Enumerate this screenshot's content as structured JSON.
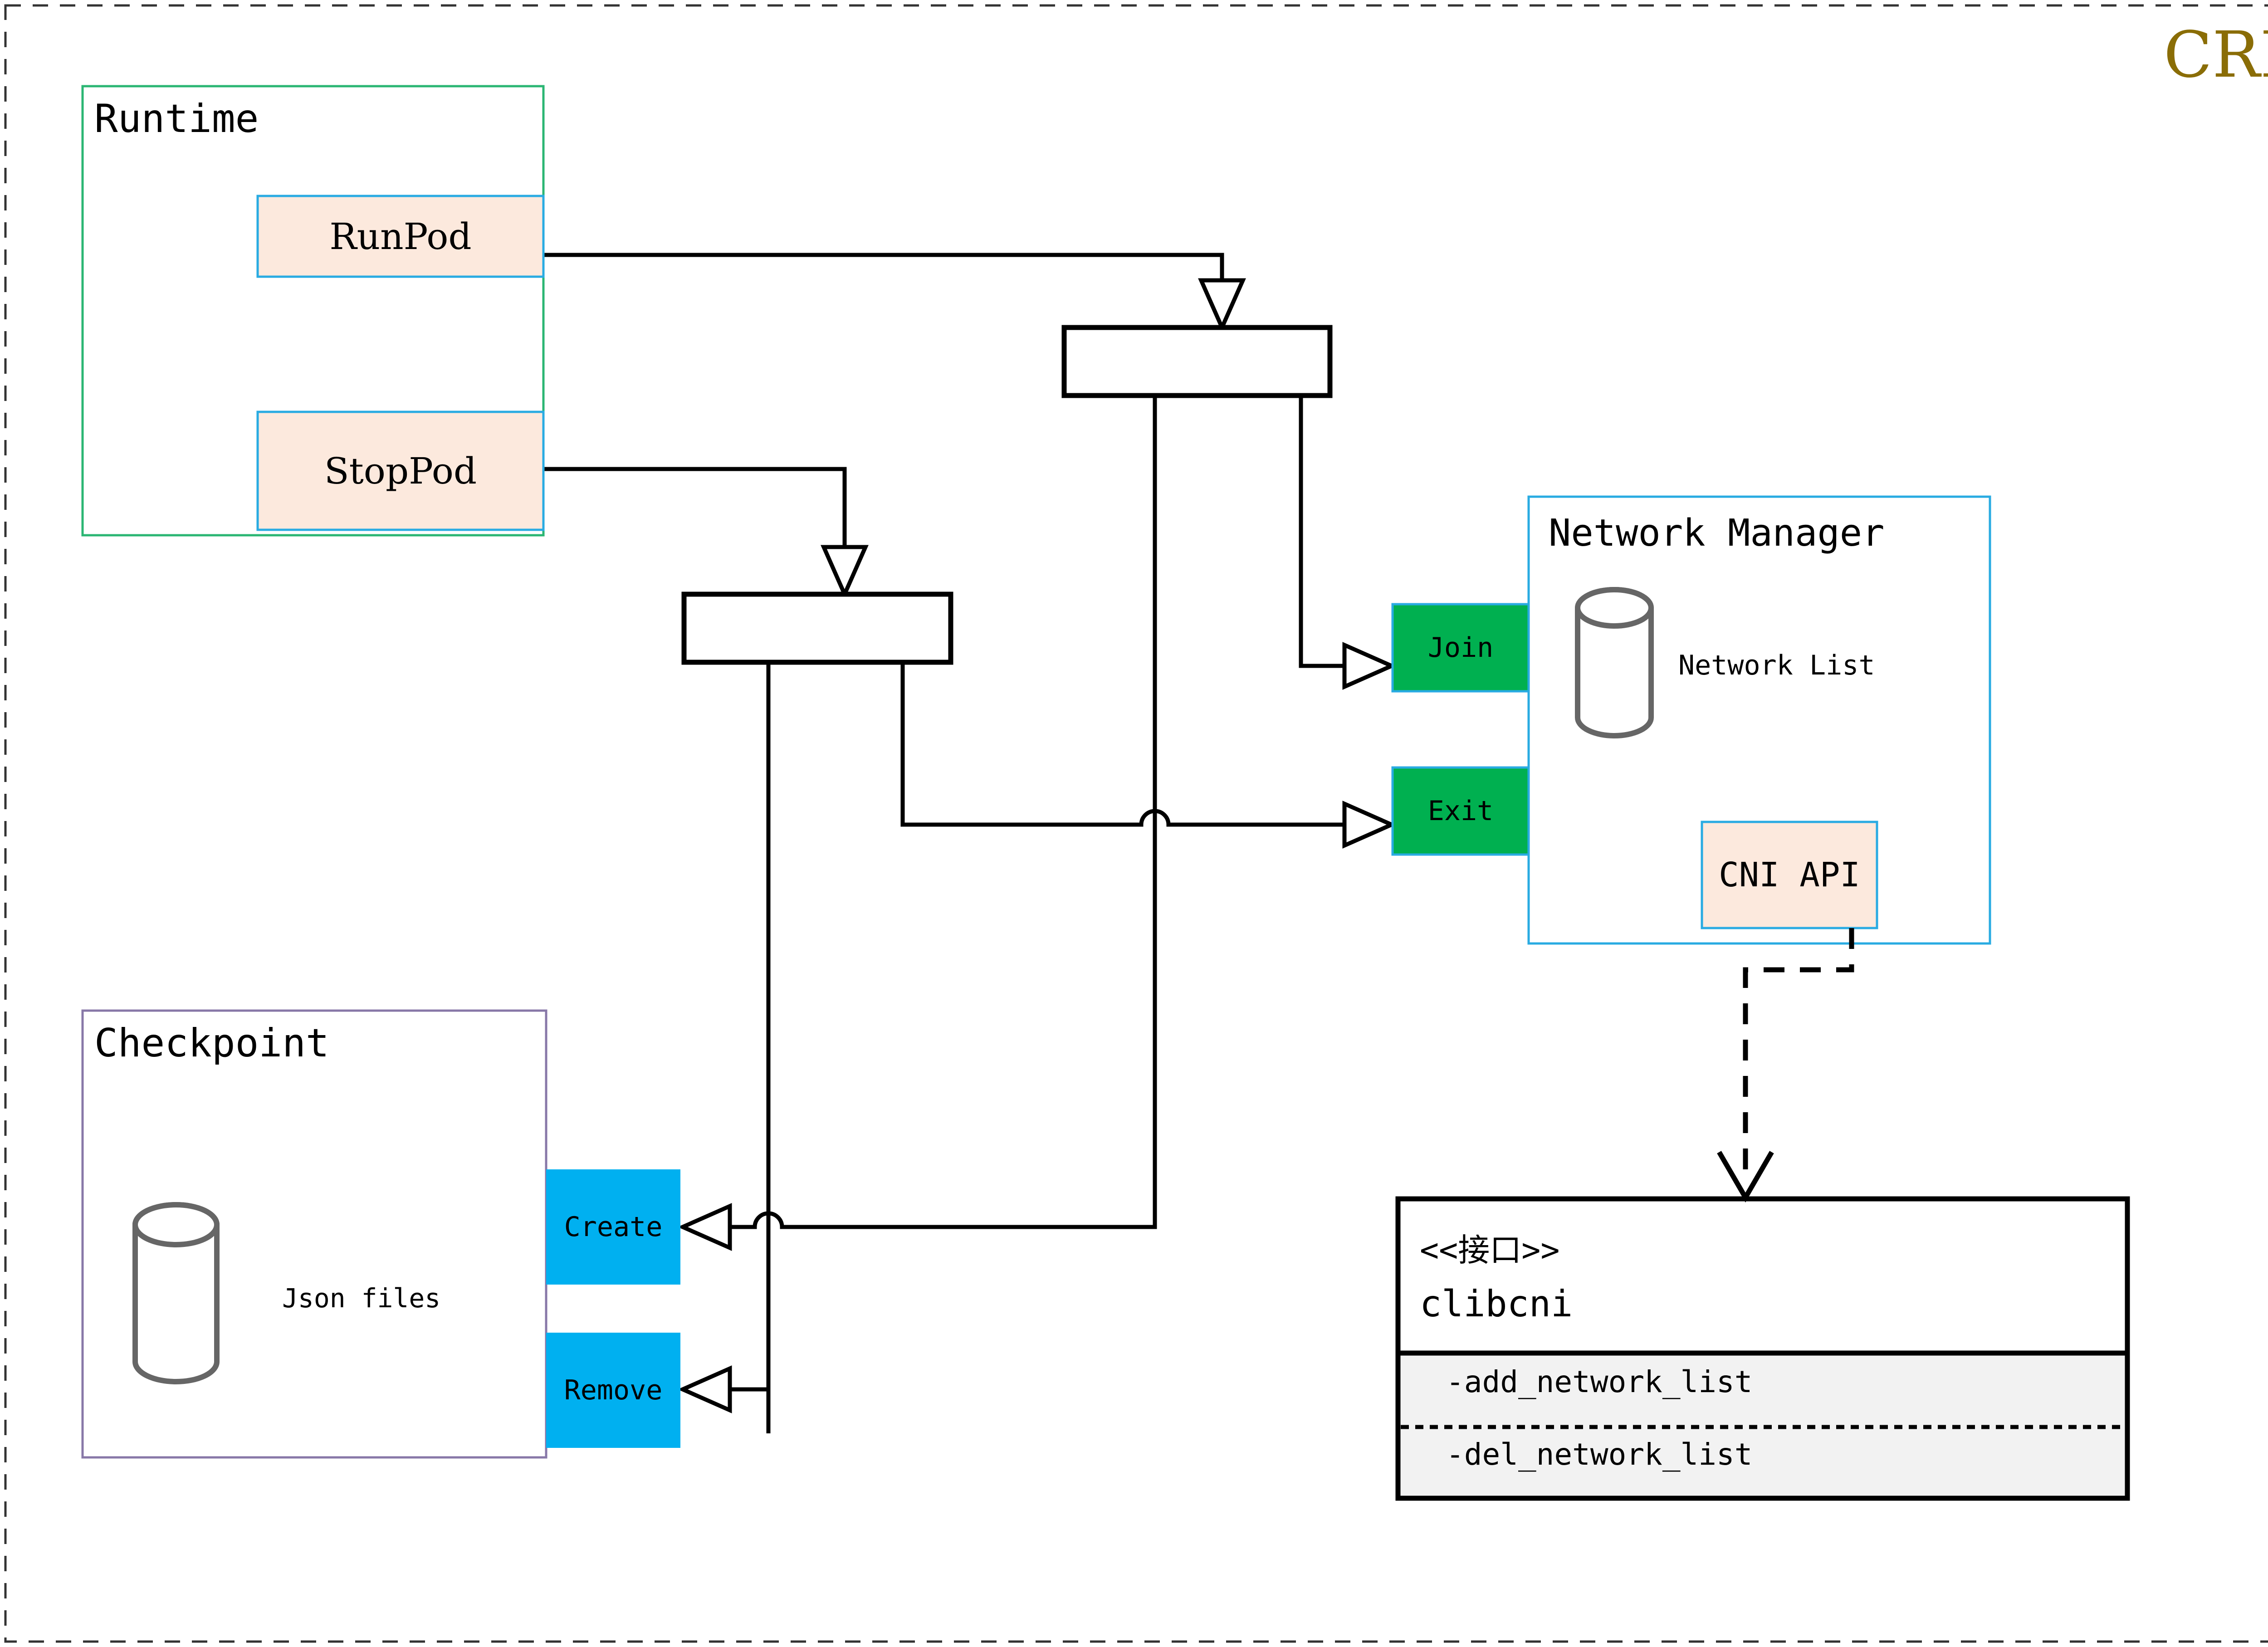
{
  "diagram": {
    "title": "CRI",
    "title_color": "#8a6d06",
    "outer_border": "dashed",
    "colors": {
      "peach_fill": "#fce9dd",
      "blue_border": "#29abe2",
      "green_border": "#2bb673",
      "purple_border": "#8878a8",
      "green_fill": "#00b050",
      "cyan_fill": "#00b0f0",
      "cylinder_stroke": "#666666",
      "line": "#000000",
      "uml_compartment_fill": "#f2f2f2"
    }
  },
  "runtime_group": {
    "label": "Runtime",
    "border_color": "#2bb673",
    "items": [
      {
        "label": "RunPod"
      },
      {
        "label": "StopPod"
      }
    ]
  },
  "checkpoint_group": {
    "label": "Checkpoint",
    "border_color": "#8878a8",
    "store_label": "Json files",
    "store_icon": "cylinder-database-icon",
    "actions": [
      {
        "label": "Create"
      },
      {
        "label": "Remove"
      }
    ]
  },
  "network_manager_group": {
    "label": "Network Manager",
    "border_color": "#29abe2",
    "store_label": "Network List",
    "store_icon": "cylinder-database-icon",
    "api_label": "CNI API",
    "ports": [
      {
        "label": "Join"
      },
      {
        "label": "Exit"
      }
    ]
  },
  "interface_box": {
    "stereotype": "<<接口>>",
    "name": "clibcni",
    "methods": [
      "-add_network_list",
      "-del_network_list"
    ]
  },
  "junctions": [
    {
      "name": "runpod-fork-junction"
    },
    {
      "name": "stoppod-fork-junction"
    }
  ],
  "connections": [
    {
      "from": "RunPod",
      "to": "runpod-fork-junction",
      "style": "solid",
      "arrow": "hollow-triangle"
    },
    {
      "from": "StopPod",
      "to": "stoppod-fork-junction",
      "style": "solid",
      "arrow": "hollow-triangle"
    },
    {
      "from": "runpod-fork-junction",
      "to": "Join",
      "style": "solid",
      "arrow": "hollow-triangle"
    },
    {
      "from": "runpod-fork-junction",
      "to": "Create",
      "style": "solid",
      "arrow": "hollow-triangle"
    },
    {
      "from": "stoppod-fork-junction",
      "to": "Exit",
      "style": "solid",
      "arrow": "hollow-triangle"
    },
    {
      "from": "stoppod-fork-junction",
      "to": "Remove",
      "style": "solid",
      "arrow": "hollow-triangle"
    },
    {
      "from": "CNI API",
      "to": "clibcni",
      "style": "dashed",
      "arrow": "open-v-realization"
    }
  ]
}
